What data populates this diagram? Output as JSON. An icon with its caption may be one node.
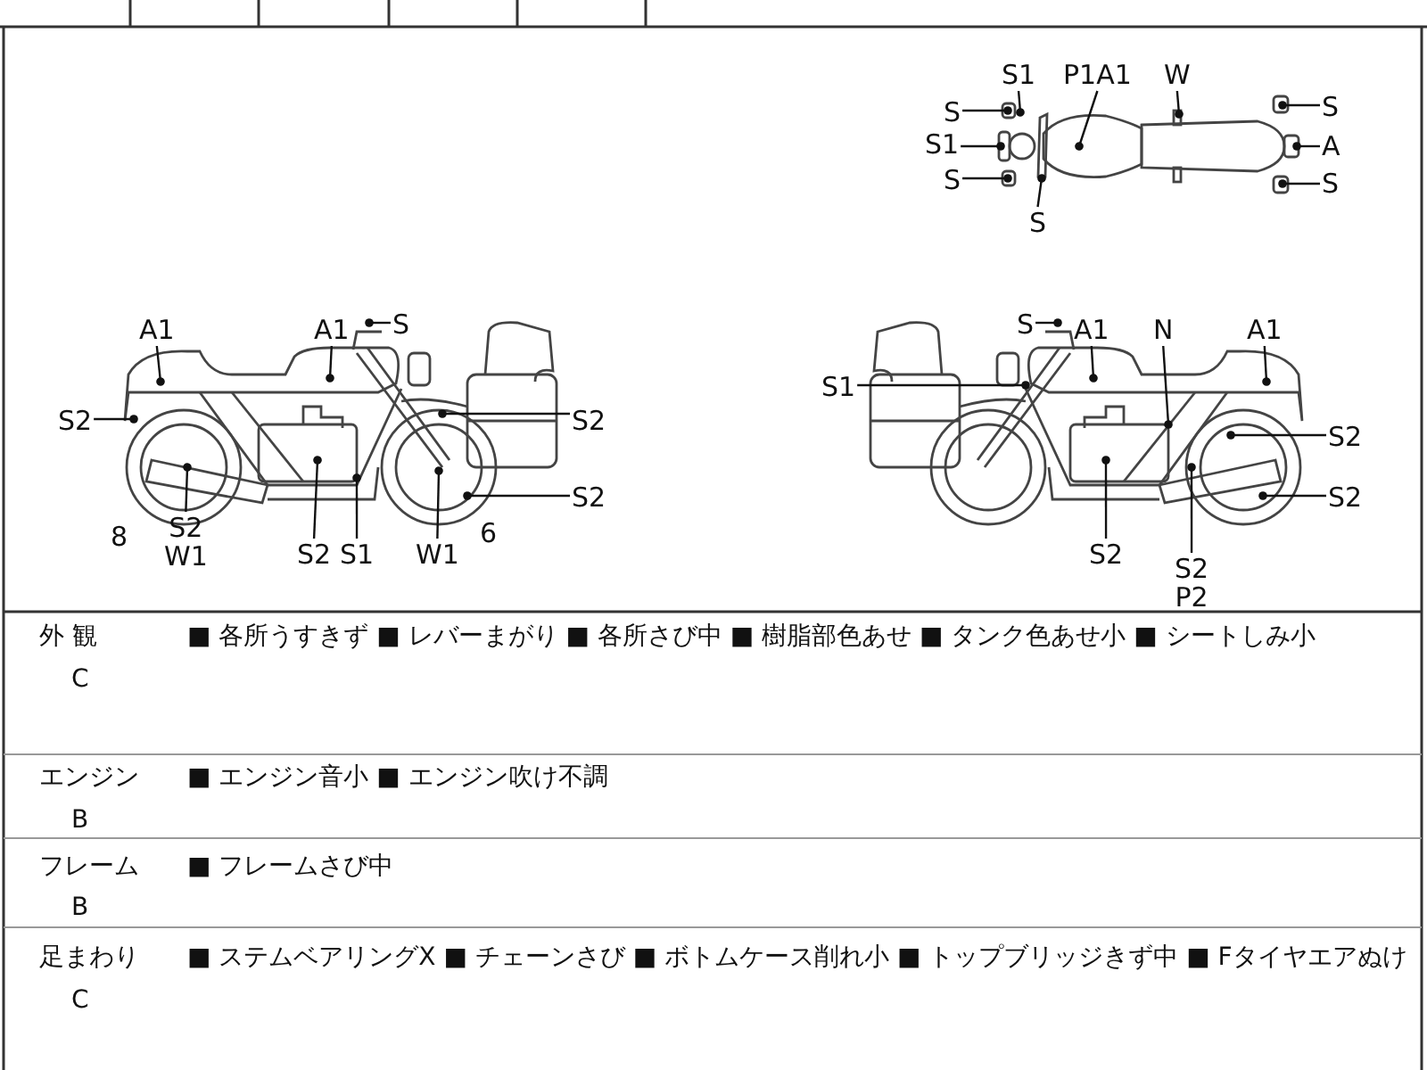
{
  "diagram": {
    "nodes": [
      {
        "text": [
          "S1"
        ]
      },
      {
        "text": [
          "P1A1"
        ]
      },
      {
        "text": [
          "W"
        ]
      },
      {
        "text": [
          "S"
        ]
      },
      {
        "text": [
          "S1"
        ]
      },
      {
        "text": [
          "S"
        ]
      },
      {
        "text": [
          "S"
        ]
      },
      {
        "text": [
          "S"
        ]
      },
      {
        "text": [
          "A"
        ]
      },
      {
        "text": [
          "S"
        ]
      },
      {
        "text": [
          "A1"
        ]
      },
      {
        "text": [
          "A1"
        ]
      },
      {
        "text": [
          "S"
        ]
      },
      {
        "text": [
          "S2"
        ]
      },
      {
        "text": [
          "S2"
        ]
      },
      {
        "text": [
          "S2"
        ]
      },
      {
        "text": [
          "S2",
          "W1"
        ]
      },
      {
        "text": [
          "S2"
        ]
      },
      {
        "text": [
          "S1"
        ]
      },
      {
        "text": [
          "W1"
        ]
      },
      {
        "text": [
          "S"
        ]
      },
      {
        "text": [
          "A1"
        ]
      },
      {
        "text": [
          "N"
        ]
      },
      {
        "text": [
          "A1"
        ]
      },
      {
        "text": [
          "S1"
        ]
      },
      {
        "text": [
          "S2"
        ]
      },
      {
        "text": [
          "S2"
        ]
      },
      {
        "text": [
          "S2"
        ]
      },
      {
        "text": [
          "S2",
          "P2"
        ]
      },
      {
        "text": [],
        "shape": "picture"
      },
      {
        "text": [],
        "shape": "picture"
      },
      {
        "text": [],
        "shape": "picture"
      }
    ],
    "edges": [
      {
        "from": 0,
        "to": 29,
        "arrow": "other"
      },
      {
        "from": 1,
        "to": 29,
        "arrow": "other"
      },
      {
        "from": 2,
        "to": 29,
        "arrow": "other"
      },
      {
        "from": 3,
        "to": 29,
        "arrow": "other"
      },
      {
        "from": 4,
        "to": 29,
        "arrow": "other"
      },
      {
        "from": 5,
        "to": 29,
        "arrow": "other"
      },
      {
        "from": 6,
        "to": 29,
        "arrow": "other"
      },
      {
        "from": 7,
        "to": 29,
        "arrow": "other"
      },
      {
        "from": 8,
        "to": 29,
        "arrow": "other"
      },
      {
        "from": 9,
        "to": 29,
        "arrow": "other"
      },
      {
        "from": 10,
        "to": 30,
        "arrow": "other"
      },
      {
        "from": 11,
        "to": 30,
        "arrow": "other"
      },
      {
        "from": 12,
        "to": 30,
        "arrow": "other"
      },
      {
        "from": 13,
        "to": 30,
        "arrow": "other"
      },
      {
        "from": 14,
        "to": 30,
        "arrow": "other"
      },
      {
        "from": 15,
        "to": 30,
        "arrow": "other"
      },
      {
        "from": 16,
        "to": 30,
        "arrow": "other"
      },
      {
        "from": 17,
        "to": 30,
        "arrow": "other"
      },
      {
        "from": 18,
        "to": 30,
        "arrow": "other"
      },
      {
        "from": 19,
        "to": 30,
        "arrow": "other"
      },
      {
        "from": 20,
        "to": 31,
        "arrow": "other"
      },
      {
        "from": 21,
        "to": 31,
        "arrow": "other"
      },
      {
        "from": 22,
        "to": 31,
        "arrow": "other"
      },
      {
        "from": 23,
        "to": 31,
        "arrow": "other"
      },
      {
        "from": 24,
        "to": 31,
        "arrow": "other"
      },
      {
        "from": 25,
        "to": 31,
        "arrow": "other"
      },
      {
        "from": 26,
        "to": 31,
        "arrow": "other"
      },
      {
        "from": 27,
        "to": 31,
        "arrow": "other"
      },
      {
        "from": 28,
        "to": 31,
        "arrow": "other"
      }
    ],
    "labels": [
      "8",
      "6",
      "外 観",
      "■ 各所うすきず ■ レバーまがり ■ 各所さび中 ■ 樹脂部色あせ ■ タンク色あせ小 ■ シートしみ小",
      "C",
      "エンジン",
      "■ エンジン音小 ■ エンジン吹け不調",
      "B",
      "フレーム",
      "■ フレームさび中",
      "B",
      "足まわり",
      "■ ステムベアリングX ■ チェーンさび ■ ボトムケース削れ小 ■ トップブリッジきず中 ■ Fタイヤエアぬけ",
      "C"
    ]
  }
}
